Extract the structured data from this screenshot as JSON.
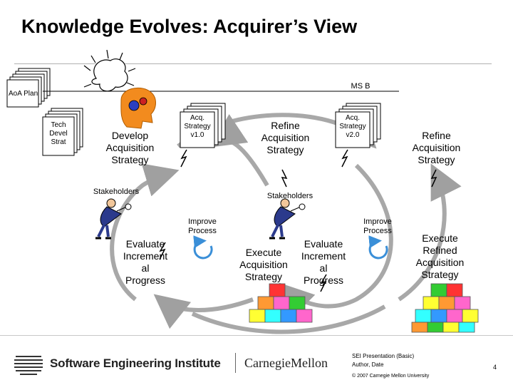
{
  "title": "Knowledge Evolves: Acquirer’s View",
  "labels": {
    "ms_b": "MS B",
    "aoa_plan": "AoA Plan",
    "tech_devel_strat": "Tech\nDevel\nStrat",
    "acq_strategy_v1": "Acq.\nStrategy\nv1.0",
    "acq_strategy_v2": "Acq.\nStrategy\nv2.0",
    "develop_acquisition_strategy": "Develop\nAcquisition\nStrategy",
    "refine_acquisition_strategy_1": "Refine\nAcquisition\nStrategy",
    "refine_acquisition_strategy_2": "Refine\nAcquisition\nStrategy",
    "stakeholders_1": "Stakeholders",
    "stakeholders_2": "Stakeholders",
    "improve_process_1": "Improve\nProcess",
    "improve_process_2": "Improve\nProcess",
    "evaluate_increment_1": "Evaluate\nIncrement\nal\nProgress",
    "evaluate_increment_2": "Evaluate\nIncrement\nal\nProgress",
    "execute_acquisition_strategy": "Execute\nAcquisition\nStrategy",
    "execute_refined_acquisition_strategy": "Execute\nRefined\nAcquisition\nStrategy"
  },
  "footer": {
    "sei_name": "Software Engineering Institute",
    "cmu_name": "CarnegieMellon",
    "presentation": "SEI Presentation (Basic)",
    "author_date": "Author, Date",
    "copyright": "© 2007 Carnegie Mellon University",
    "page_number": "4"
  },
  "colors": {
    "arrow_gray": "#a0a0a0",
    "cycle_blue": "#3a8fd8",
    "block_colors": [
      "#ffff33",
      "#33cc33",
      "#3399ff",
      "#ff66cc",
      "#33ffff",
      "#ff3333",
      "#ff9933"
    ]
  }
}
